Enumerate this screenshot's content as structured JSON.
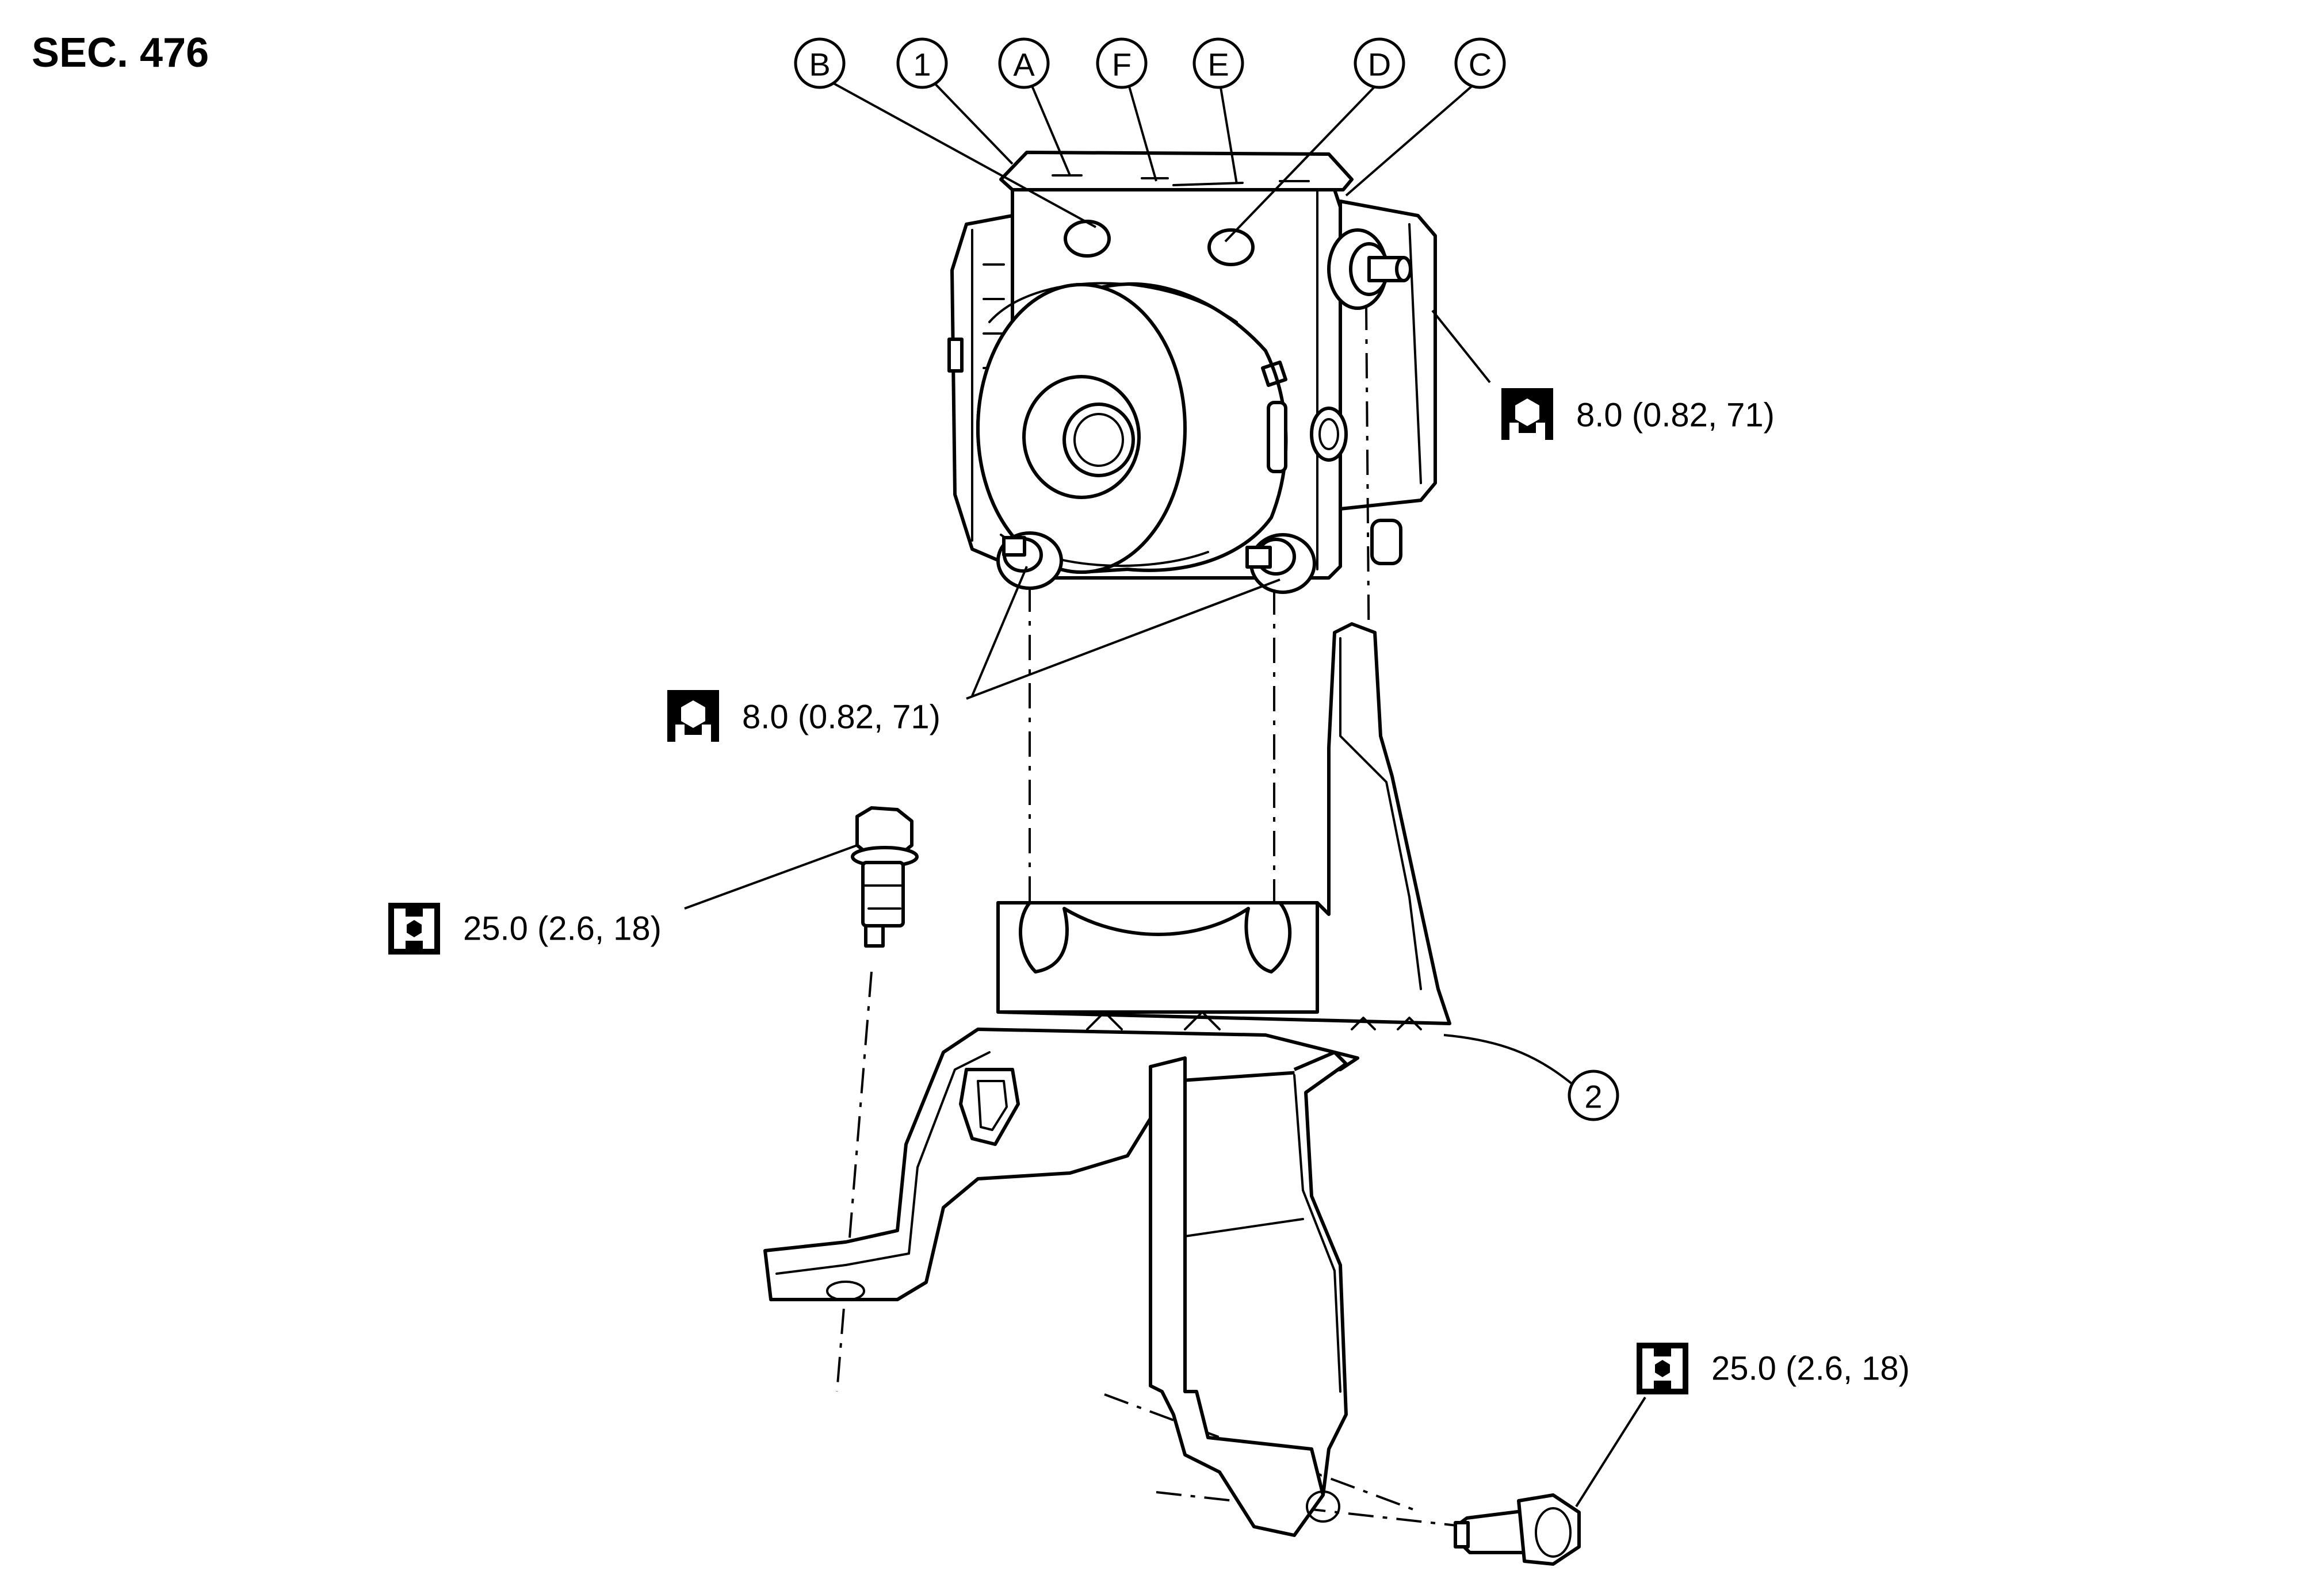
{
  "section": "SEC. 476",
  "callouts": {
    "B": "B",
    "one": "1",
    "A": "A",
    "F": "F",
    "E": "E",
    "D": "D",
    "C": "C",
    "two": "2"
  },
  "torque_specs": {
    "upper_right": "8.0 (0.82, 71)",
    "left_nuts": "8.0 (0.82, 71)",
    "bracket_bolt": "25.0 (2.6, 18)",
    "lower_bolt": "25.0 (2.6, 18)"
  },
  "icons": {
    "nut_torque": "wrench-nut-icon",
    "bolt_torque": "wrench-bolt-icon"
  }
}
